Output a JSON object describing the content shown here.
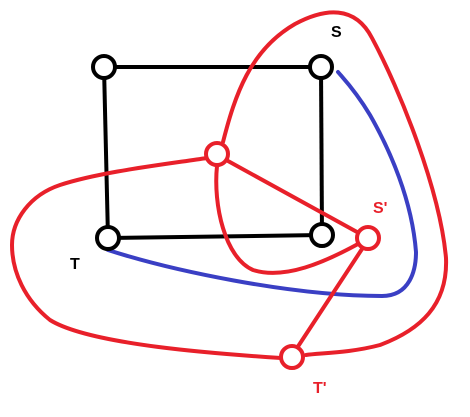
{
  "colors": {
    "primal": "#000000",
    "dual": "#e8202a",
    "path": "#3a3fc4",
    "background": "#ffffff"
  },
  "labels": {
    "s": "S",
    "t": "T",
    "s_prime": "S'",
    "t_prime": "T'"
  }
}
